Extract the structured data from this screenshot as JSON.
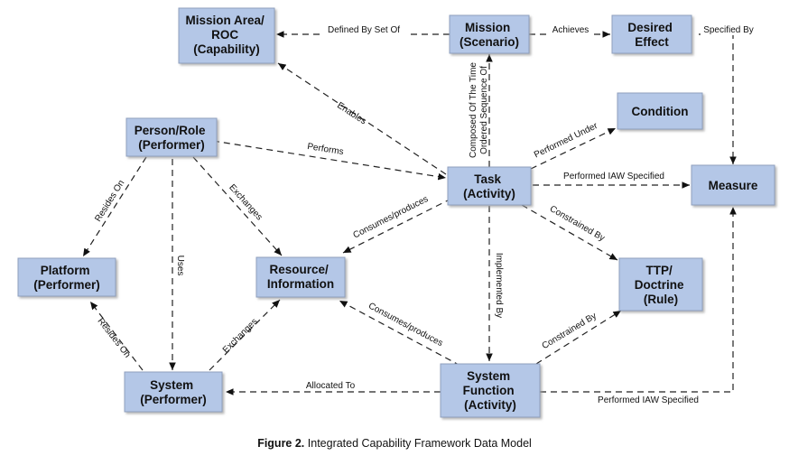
{
  "nodes": {
    "mission_area": [
      "Mission Area/",
      "ROC",
      "(Capability)"
    ],
    "mission": [
      "Mission",
      "(Scenario)"
    ],
    "desired_effect": [
      "Desired",
      "Effect"
    ],
    "condition": [
      "Condition"
    ],
    "person_role": [
      "Person/Role",
      "(Performer)"
    ],
    "task": [
      "Task",
      "(Activity)"
    ],
    "measure": [
      "Measure"
    ],
    "platform": [
      "Platform",
      "(Performer)"
    ],
    "resource": [
      "Resource/",
      "Information"
    ],
    "ttp": [
      "TTP/",
      "Doctrine",
      "(Rule)"
    ],
    "system": [
      "System",
      "(Performer)"
    ],
    "system_function": [
      "System",
      "Function",
      "(Activity)"
    ]
  },
  "edges": {
    "defined_by_set_of": "Defined By Set Of",
    "achieves": "Achieves",
    "specified_by": "Specified By",
    "enables": "Enables",
    "composed_of_1": "Composed Of The Time",
    "composed_of_2": "Ordered Sequence Of",
    "performed_under": "Performed Under",
    "performs": "Performs",
    "performed_iaw_task": "Performed IAW Specified",
    "resides_on_person": "Resides On",
    "exchanges_person": "Exchanges",
    "uses": "Uses",
    "consumes_task": "Consumes/produces",
    "constrained_task": "Constrained By",
    "implemented_by": "Implemented By",
    "resides_on_system": "Resides On",
    "exchanges_system": "Exchanges",
    "consumes_function": "Consumes/produces",
    "constrained_function": "Constrained By",
    "allocated_to": "Allocated To",
    "performed_iaw_function": "Performed IAW Specified"
  },
  "caption": {
    "figure": "Figure 2.",
    "title": "Integrated Capability Framework Data Model"
  }
}
